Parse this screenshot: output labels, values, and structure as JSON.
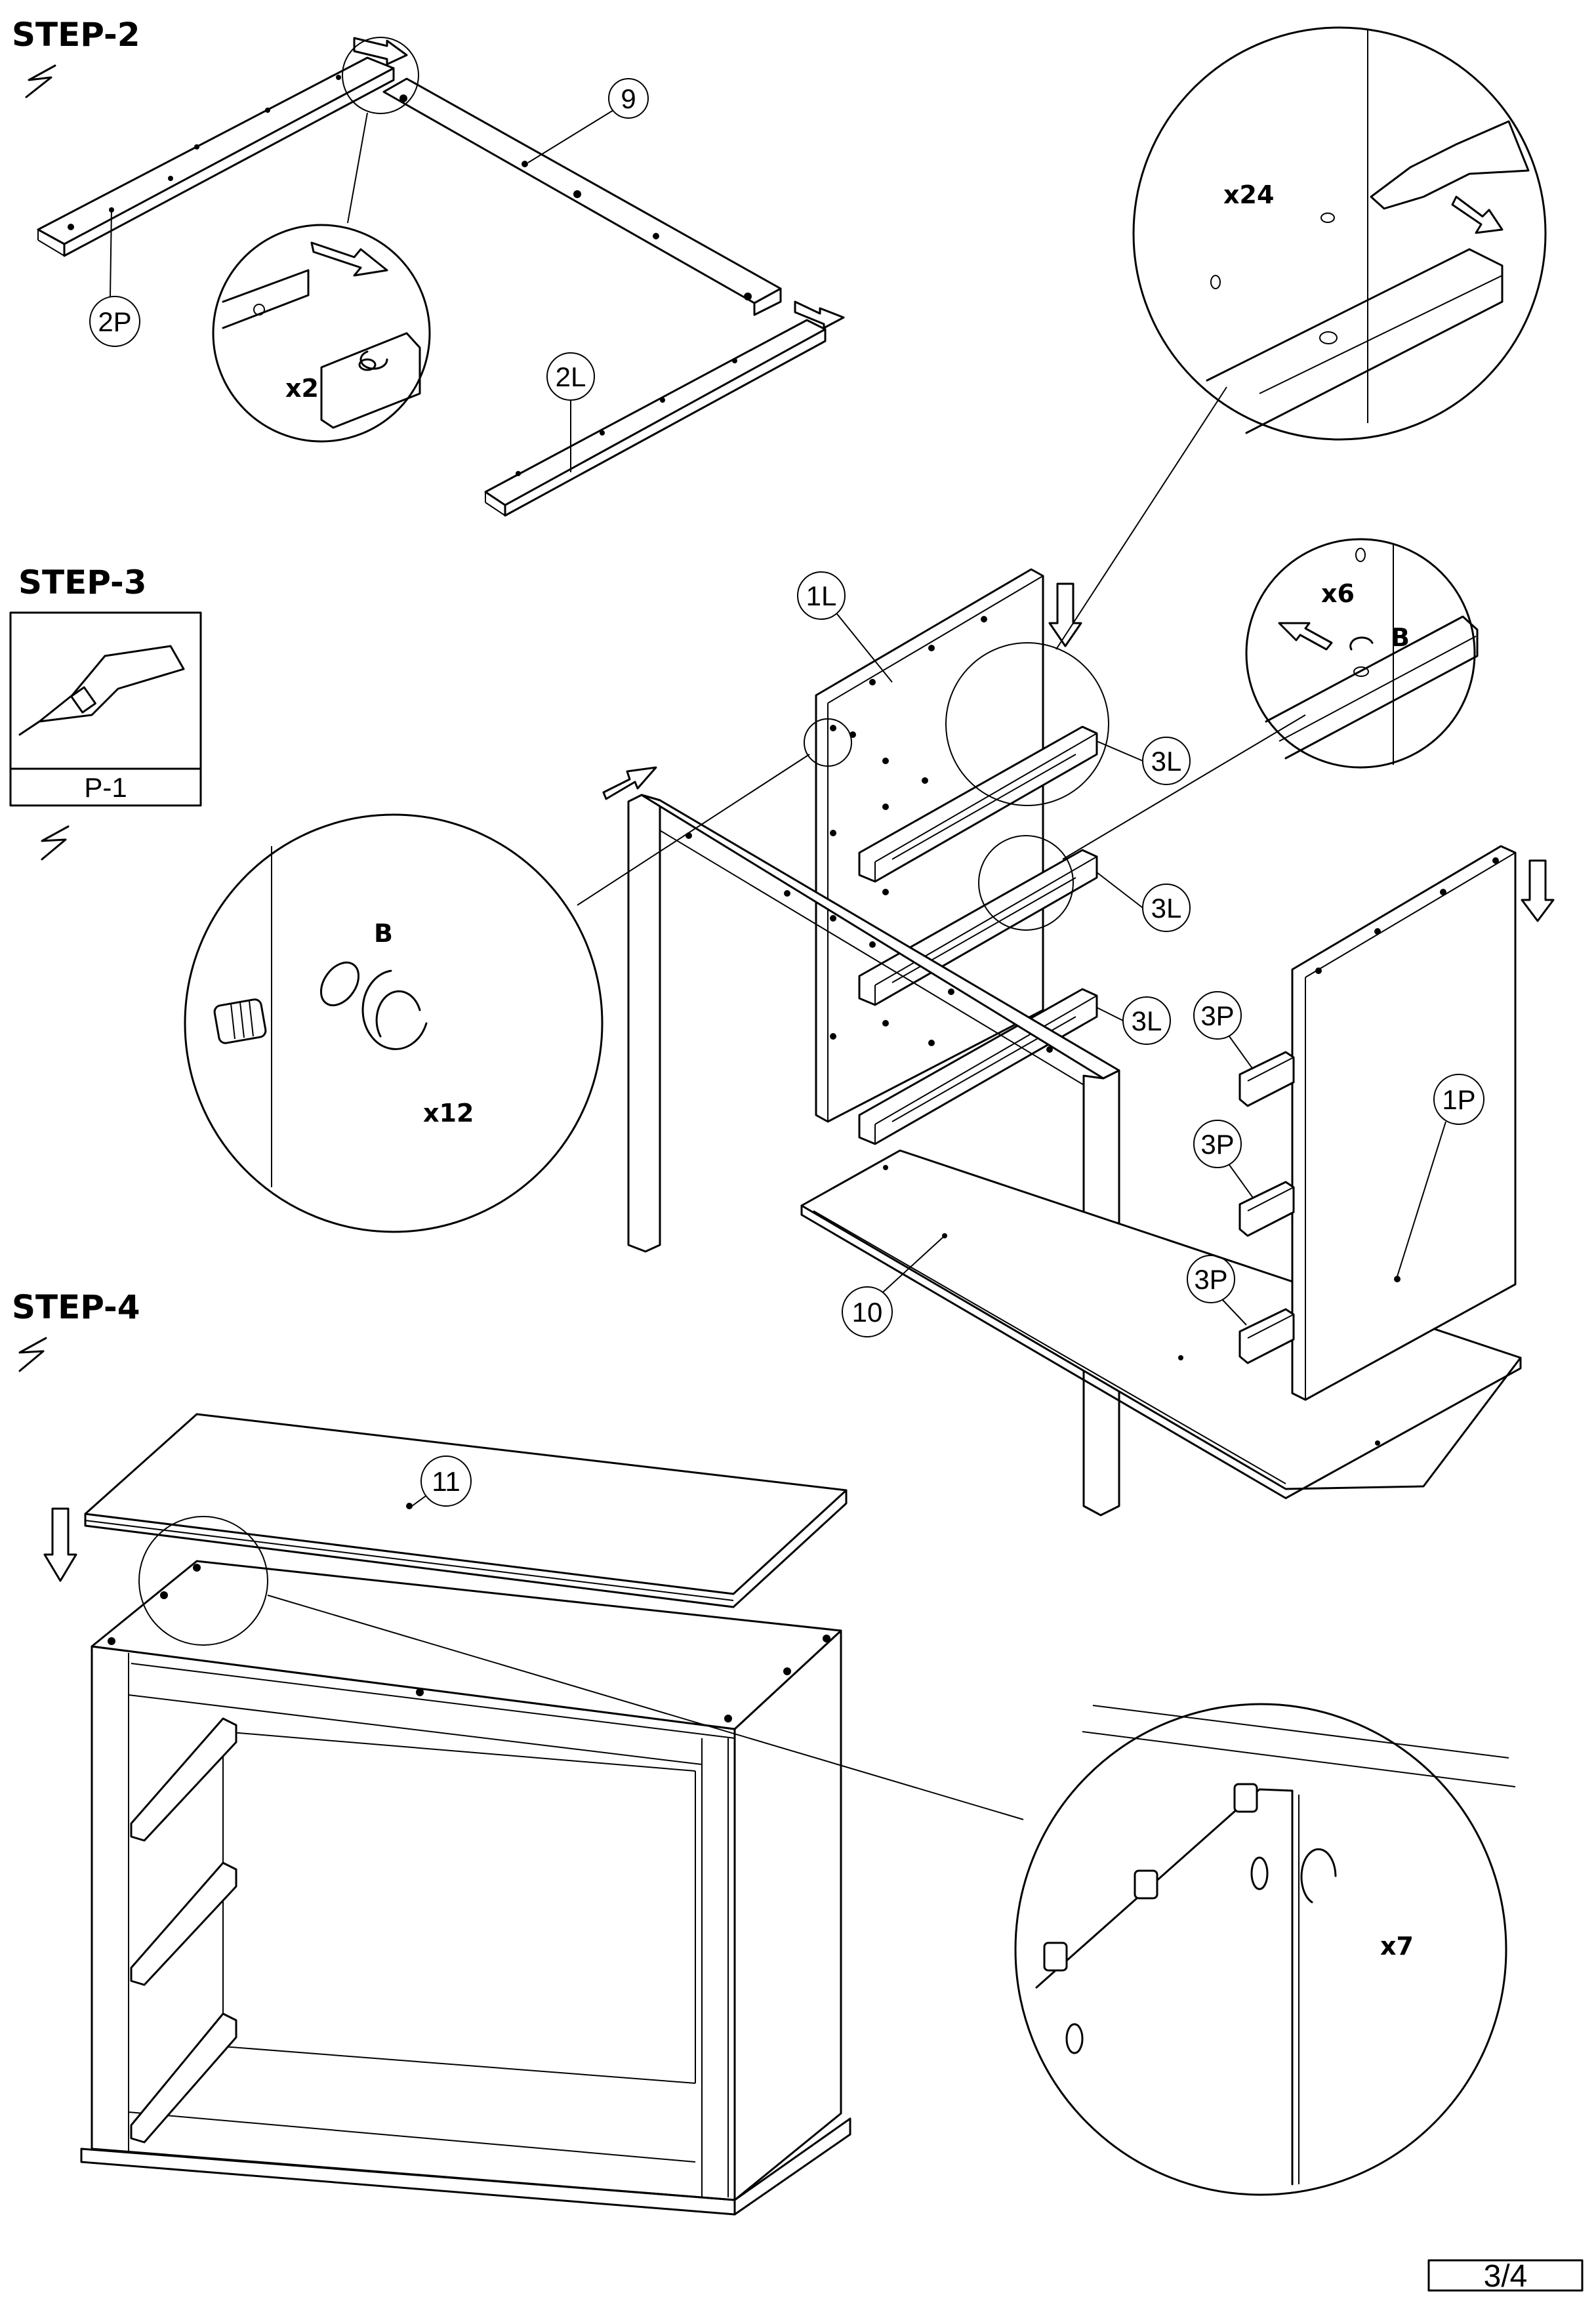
{
  "steps": {
    "step2": {
      "title": "STEP-2",
      "qty": "x2"
    },
    "step3": {
      "title": "STEP-3",
      "tool_label": "P-1",
      "qty_main": "x12",
      "qty_top": "x24",
      "qty_right": "x6",
      "fitting_letter_1": "B",
      "fitting_letter_2": "B"
    },
    "step4": {
      "title": "STEP-4",
      "qty": "x7"
    }
  },
  "parts": {
    "p2P": "2P",
    "p9": "9",
    "p2L": "2L",
    "p1L": "1L",
    "p3L_1": "3L",
    "p3L_2": "3L",
    "p3L_3": "3L",
    "p3P_1": "3P",
    "p3P_2": "3P",
    "p3P_3": "3P",
    "p1P": "1P",
    "p10": "10",
    "p11": "11"
  },
  "page_number": "3/4",
  "icons": [
    "tool-change-icon",
    "glue-tube-icon",
    "arrow-icon",
    "cam-lock-icon",
    "dowel-icon"
  ]
}
